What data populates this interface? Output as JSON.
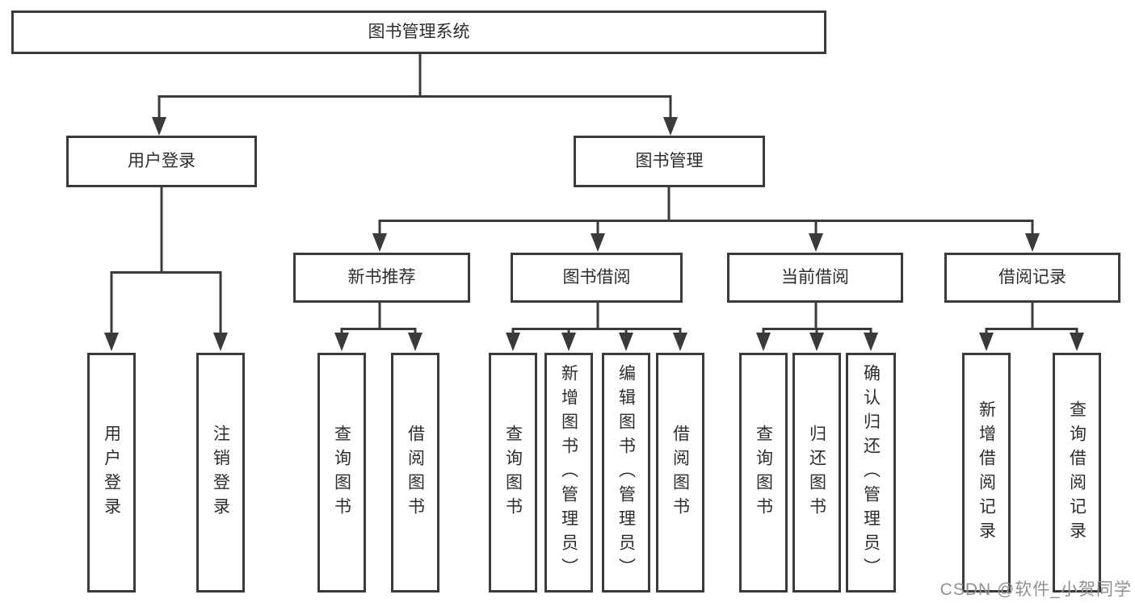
{
  "diagram": {
    "title": "图书管理系统",
    "watermark": "CSDN @软件_小贺同学",
    "colors": {
      "line": "#3a3a3a",
      "text": "#2d2d2d",
      "watermark": "#8f8f95",
      "background": "#ffffff"
    },
    "root": "图书管理系统",
    "level2": [
      "用户登录",
      "图书管理"
    ],
    "level3": [
      "新书推荐",
      "图书借阅",
      "当前借阅",
      "借阅记录"
    ],
    "leaves": [
      "用户登录",
      "注销登录",
      "查询图书",
      "借阅图书",
      "查询图书",
      "新增图书（管理员）",
      "编辑图书（管理员）",
      "借阅图书",
      "查询图书",
      "归还图书",
      "确认归还（管理员）",
      "新增借阅记录",
      "查询借阅记录"
    ],
    "hierarchy": {
      "图书管理系统": [
        "用户登录",
        "图书管理"
      ],
      "用户登录": [
        "用户登录",
        "注销登录"
      ],
      "图书管理": [
        "新书推荐",
        "图书借阅",
        "当前借阅",
        "借阅记录"
      ],
      "新书推荐": [
        "查询图书",
        "借阅图书"
      ],
      "图书借阅": [
        "查询图书",
        "新增图书（管理员）",
        "编辑图书（管理员）",
        "借阅图书"
      ],
      "当前借阅": [
        "查询图书",
        "归还图书",
        "确认归还（管理员）"
      ],
      "借阅记录": [
        "新增借阅记录",
        "查询借阅记录"
      ]
    }
  }
}
